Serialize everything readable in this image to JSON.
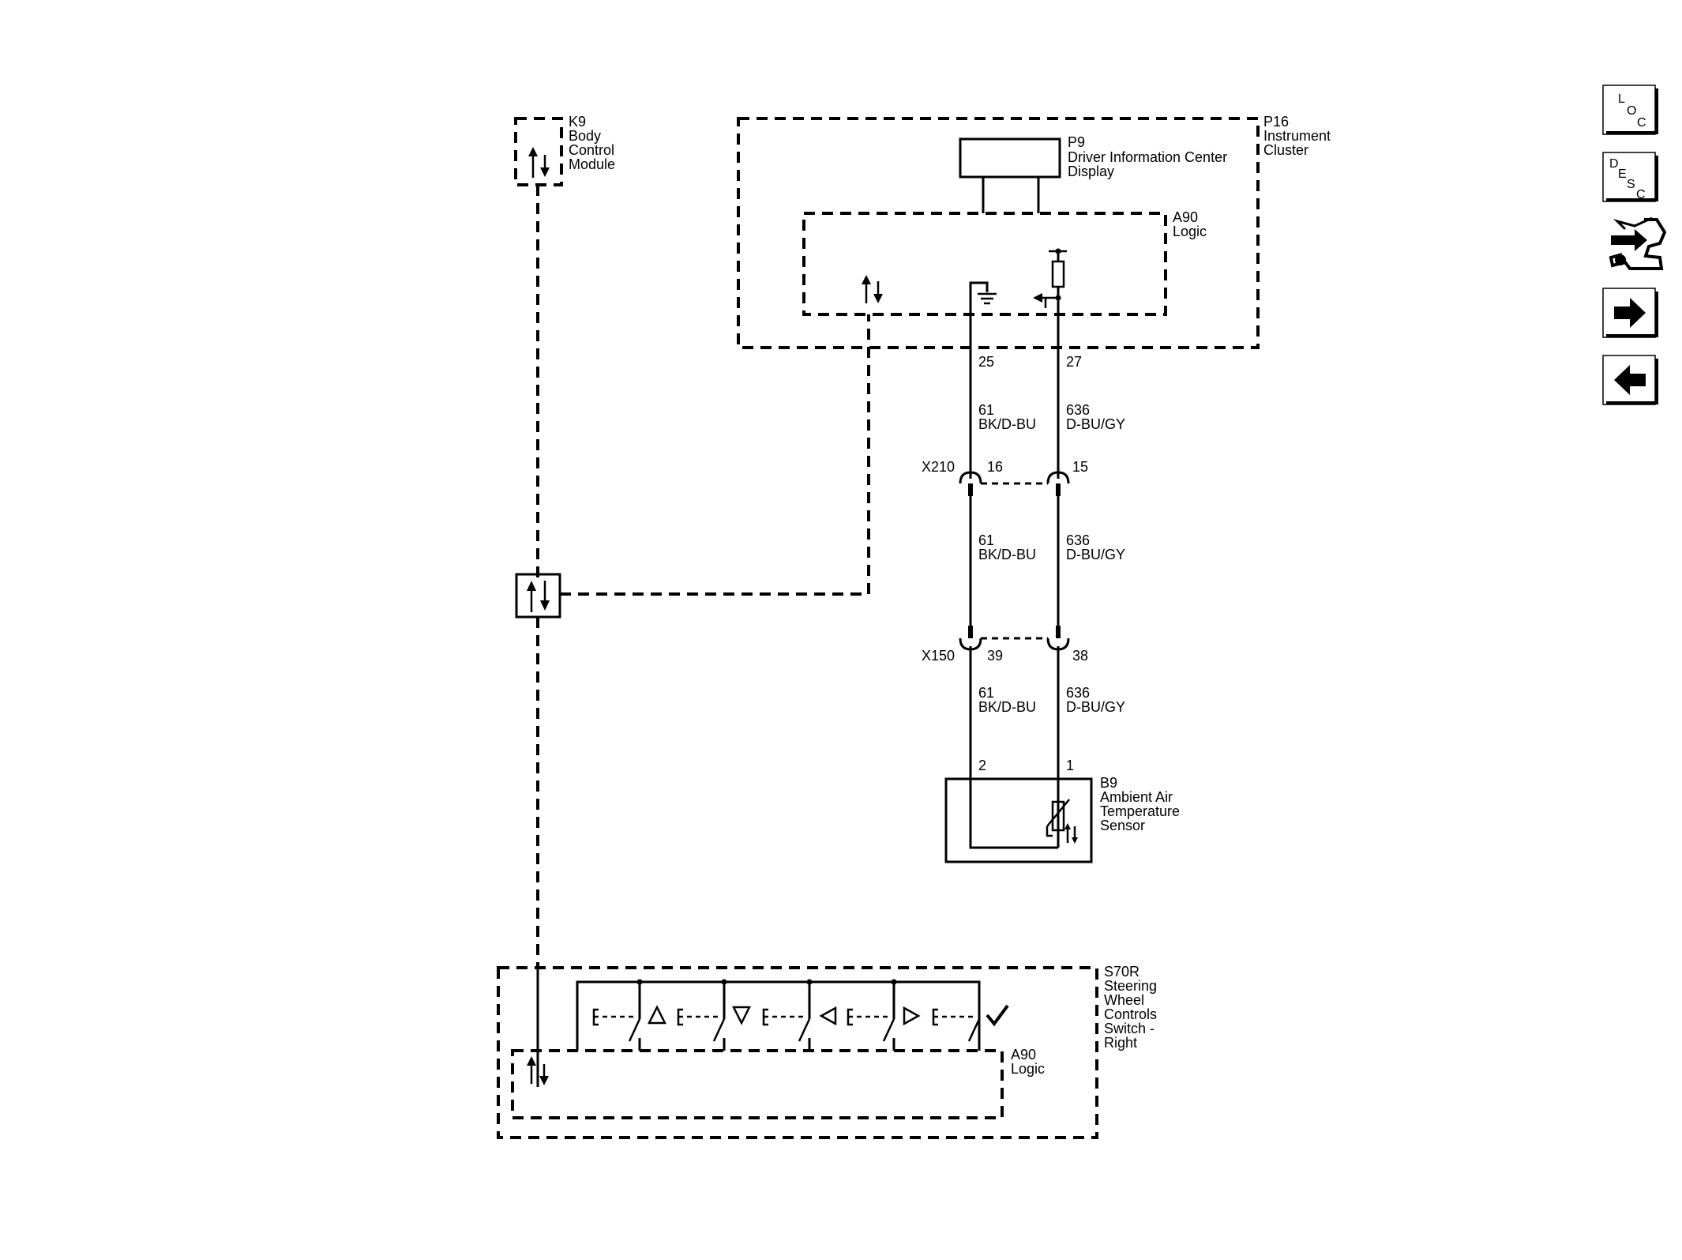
{
  "components": {
    "k9": {
      "id": "K9",
      "lines": [
        "Body",
        "Control",
        "Module"
      ]
    },
    "p16": {
      "id": "P16",
      "lines": [
        "Instrument",
        "Cluster"
      ]
    },
    "p9": {
      "id": "P9",
      "lines": [
        "Driver Information Center",
        "Display"
      ]
    },
    "a90_top": {
      "id": "A90",
      "lines": [
        "Logic"
      ]
    },
    "b9": {
      "id": "B9",
      "lines": [
        "Ambient Air",
        "Temperature",
        "Sensor"
      ]
    },
    "s70r": {
      "id": "S70R",
      "lines": [
        "Steering",
        "Wheel",
        "Controls",
        "Switch -",
        "Right"
      ]
    },
    "a90_bottom": {
      "id": "A90",
      "lines": [
        "Logic"
      ]
    }
  },
  "pins": {
    "p16_pin25": "25",
    "p16_pin27": "27",
    "x210_pin16": "16",
    "x210_pin15": "15",
    "x150_pin39": "39",
    "x150_pin38": "38",
    "b9_pin2": "2",
    "b9_pin1": "1"
  },
  "connectors": {
    "x210": "X210",
    "x150": "X150"
  },
  "wires": {
    "left_seg1": {
      "circuit": "61",
      "color": "BK/D-BU"
    },
    "right_seg1": {
      "circuit": "636",
      "color": "D-BU/GY"
    },
    "left_seg2": {
      "circuit": "61",
      "color": "BK/D-BU"
    },
    "right_seg2": {
      "circuit": "636",
      "color": "D-BU/GY"
    },
    "left_seg3": {
      "circuit": "61",
      "color": "BK/D-BU"
    },
    "right_seg3": {
      "circuit": "636",
      "color": "D-BU/GY"
    }
  },
  "nav": {
    "loc": {
      "l1": "L",
      "l2": "O",
      "l3": "C"
    },
    "desc": {
      "l1": "D",
      "l2": "E",
      "l3": "S",
      "l4": "C"
    },
    "icons": [
      "loc-icon",
      "desc-icon",
      "connector-service-icon",
      "next-arrow-icon",
      "previous-arrow-icon"
    ]
  },
  "colors": {
    "line": "#000000",
    "background": "#ffffff"
  }
}
